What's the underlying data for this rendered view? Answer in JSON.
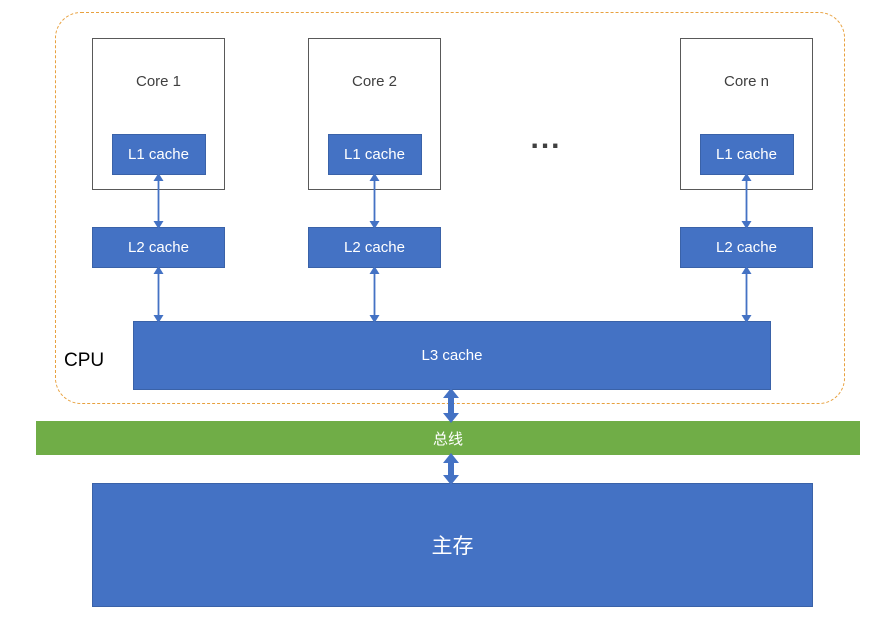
{
  "diagram": {
    "title_semantic": "multicore-cpu-cache-hierarchy",
    "cpu_label": "CPU",
    "ellipsis": "...",
    "cores": [
      {
        "label": "Core 1",
        "l1_label": "L1 cache",
        "l2_label": "L2 cache"
      },
      {
        "label": "Core 2",
        "l1_label": "L1 cache",
        "l2_label": "L2 cache"
      },
      {
        "label": "Core n",
        "l1_label": "L1 cache",
        "l2_label": "L2 cache"
      }
    ],
    "l3_label": "L3 cache",
    "bus_label": "总线",
    "memory_label": "主存",
    "colors": {
      "box_blue": "#4472C4",
      "box_blue_border": "#3A62A8",
      "bus_green": "#70AD47",
      "cpu_dashed_border": "#E8A13F",
      "arrow_blue": "#4472C4",
      "text_dark": "#404040",
      "text_white": "#FFFFFF"
    }
  }
}
